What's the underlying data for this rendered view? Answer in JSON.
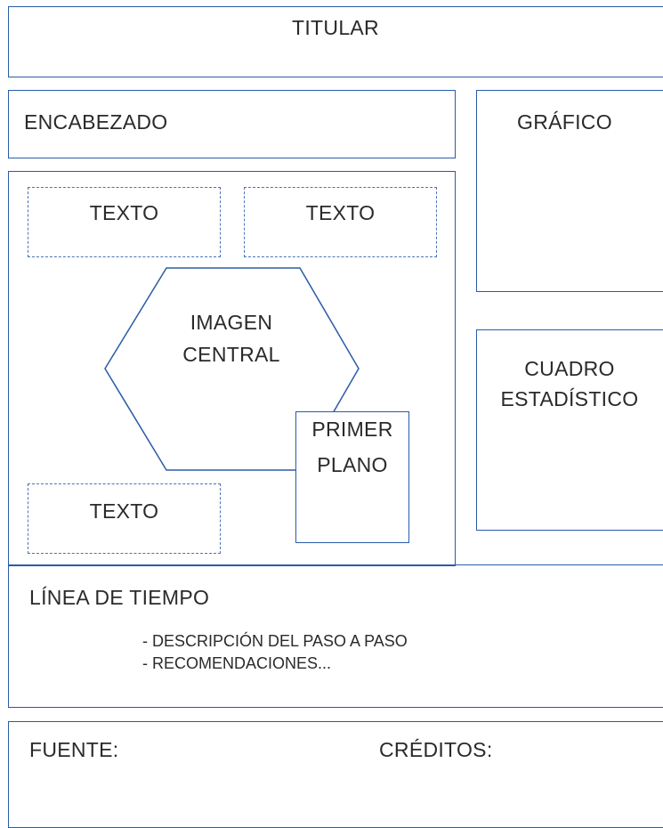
{
  "colors": {
    "outline": "#2a5ba8",
    "dashed_outline": "#4a72b8",
    "text": "#2a2a2a"
  },
  "titular": {
    "label": "TITULAR"
  },
  "encabezado": {
    "label": "ENCABEZADO"
  },
  "grafico": {
    "label": "GRÁFICO"
  },
  "cuadro_estadistico": {
    "lines": [
      "CUADRO",
      "ESTADÍSTICO"
    ]
  },
  "central_panel": {
    "texto_top_left": "TEXTO",
    "texto_top_right": "TEXTO",
    "texto_bottom_left": "TEXTO",
    "imagen_central": [
      "IMAGEN",
      "CENTRAL"
    ],
    "primer_plano": [
      "PRIMER",
      "PLANO"
    ]
  },
  "linea_de_tiempo": {
    "label": "LÍNEA DE TIEMPO",
    "items": [
      "- DESCRIPCIÓN DEL PASO A PASO",
      "- RECOMENDACIONES..."
    ]
  },
  "footer": {
    "fuente_label": "FUENTE:",
    "creditos_label": "CRÉDITOS:"
  }
}
